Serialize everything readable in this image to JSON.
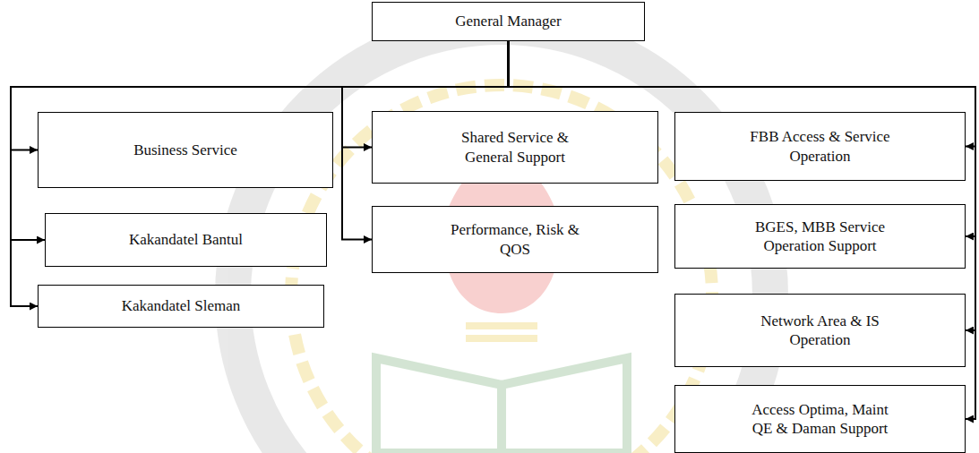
{
  "diagram": {
    "nodes": [
      {
        "text": [
          "General Manager"
        ]
      },
      {
        "text": [
          "Business Service"
        ]
      },
      {
        "text": [
          "Kakandatel Bantul"
        ]
      },
      {
        "text": [
          "Kakandatel Sleman"
        ]
      },
      {
        "text": [
          "Shared Service & General Support"
        ]
      },
      {
        "text": [
          "Performance, Risk & QOS"
        ]
      },
      {
        "text": [
          "FBB Access & Service Operation"
        ]
      },
      {
        "text": [
          "BGES, MBB Service Operation Support"
        ]
      },
      {
        "text": [
          "Network Area & IS Operation"
        ]
      },
      {
        "text": [
          "Access Optima, Maint QE & Daman Support"
        ]
      }
    ],
    "edges": [
      {
        "from": 0,
        "to": 1,
        "arrow": "to"
      },
      {
        "from": 0,
        "to": 2,
        "arrow": "to"
      },
      {
        "from": 0,
        "to": 3,
        "arrow": "to"
      },
      {
        "from": 0,
        "to": 4,
        "arrow": "to"
      },
      {
        "from": 0,
        "to": 5,
        "arrow": "to"
      },
      {
        "from": 0,
        "to": 6,
        "arrow": "to"
      },
      {
        "from": 0,
        "to": 7,
        "arrow": "to"
      },
      {
        "from": 0,
        "to": 8,
        "arrow": "to"
      },
      {
        "from": 0,
        "to": 9,
        "arrow": "to"
      }
    ]
  }
}
